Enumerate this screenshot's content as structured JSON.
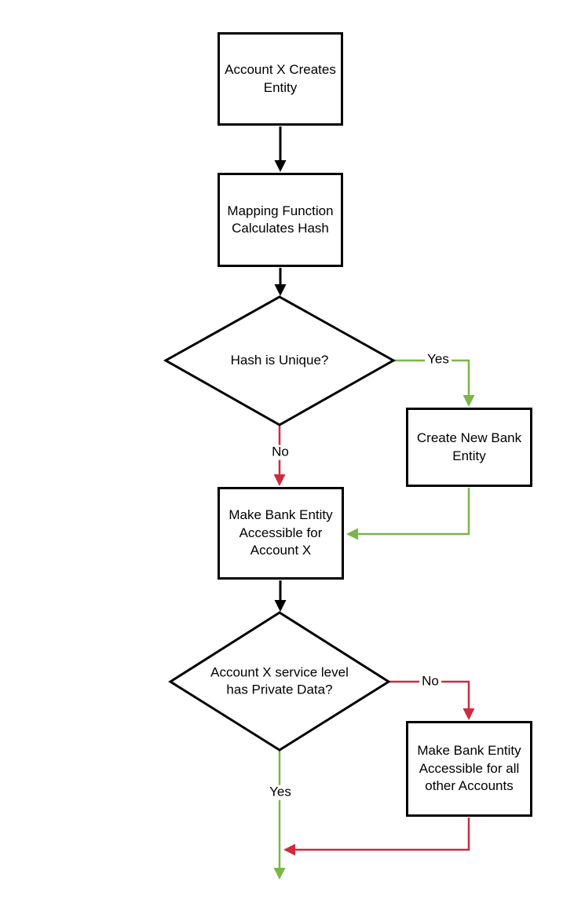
{
  "diagram": {
    "type": "flowchart",
    "nodes": {
      "create_entity": {
        "label": "Account X Creates Entity",
        "shape": "process"
      },
      "mapping_function": {
        "label": "Mapping Function Calculates Hash",
        "shape": "process"
      },
      "hash_unique": {
        "label": "Hash is Unique?",
        "shape": "decision"
      },
      "create_new_bank": {
        "label": "Create New Bank Entity",
        "shape": "process"
      },
      "accessible_account_x": {
        "label": "Make Bank Entity Accessible for Account X",
        "shape": "process"
      },
      "private_data": {
        "label": "Account X service level has Private Data?",
        "shape": "decision"
      },
      "accessible_all": {
        "label": "Make Bank Entity Accessible for all other Accounts",
        "shape": "process"
      }
    },
    "edge_labels": {
      "hash_unique_yes": "Yes",
      "hash_unique_no": "No",
      "private_data_no": "No",
      "private_data_yes": "Yes"
    },
    "colors": {
      "line": "#000000",
      "yes": "#7ab648",
      "no": "#cf2a3e",
      "background": "#ffffff"
    }
  }
}
